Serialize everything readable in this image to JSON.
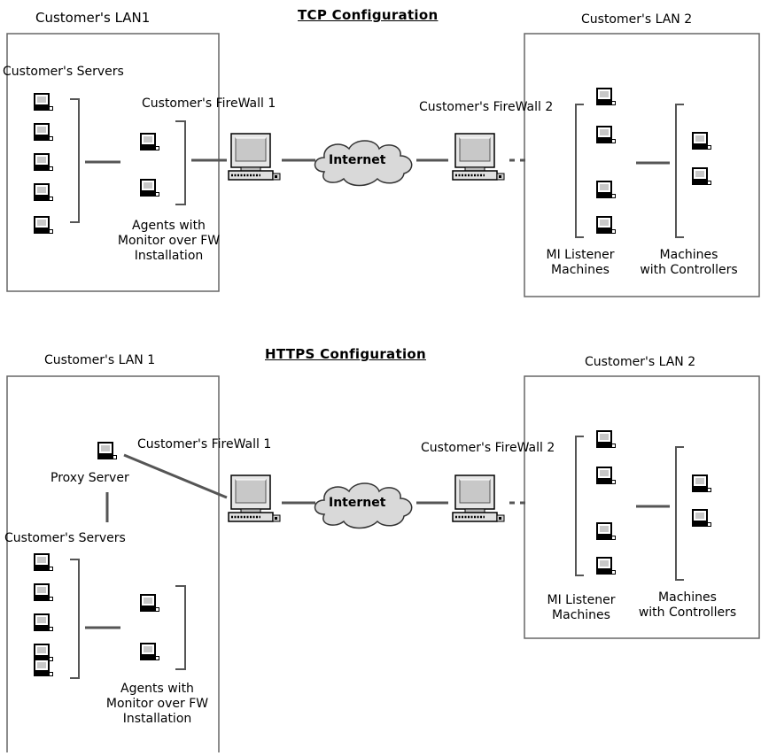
{
  "tcp": {
    "title": "TCP Configuration",
    "lan1": "Customer's LAN1",
    "lan2": "Customer's LAN 2",
    "servers": "Customer's Servers",
    "firewall1": "Customer's FireWall 1",
    "firewall2": "Customer's FireWall 2",
    "internet": "Internet",
    "agents": [
      "Agents with",
      "Monitor over FW",
      "Installation"
    ],
    "listener": [
      "MI Listener",
      "Machines"
    ],
    "controllers": [
      "Machines",
      "with Controllers"
    ]
  },
  "https": {
    "title": "HTTPS Configuration",
    "lan1": "Customer's LAN 1",
    "lan2": "Customer's LAN 2",
    "proxy": "Proxy Server",
    "servers": "Customer's Servers",
    "firewall1": "Customer's FireWall 1",
    "firewall2": "Customer's FireWall 2",
    "internet": "Internet",
    "agents": [
      "Agents with",
      "Monitor over FW",
      "Installation"
    ],
    "listener": [
      "MI Listener",
      "Machines"
    ],
    "controllers": [
      "Machines",
      "with Controllers"
    ]
  },
  "icons": {
    "computer": "computer-icon",
    "firewall": "firewall-computer-icon",
    "cloud": "internet-cloud-icon"
  },
  "colors": {
    "line": "#555555",
    "box": "#666666",
    "cloud_fill": "#d9d9d9",
    "monitor_fill": "#c8c8c8"
  }
}
